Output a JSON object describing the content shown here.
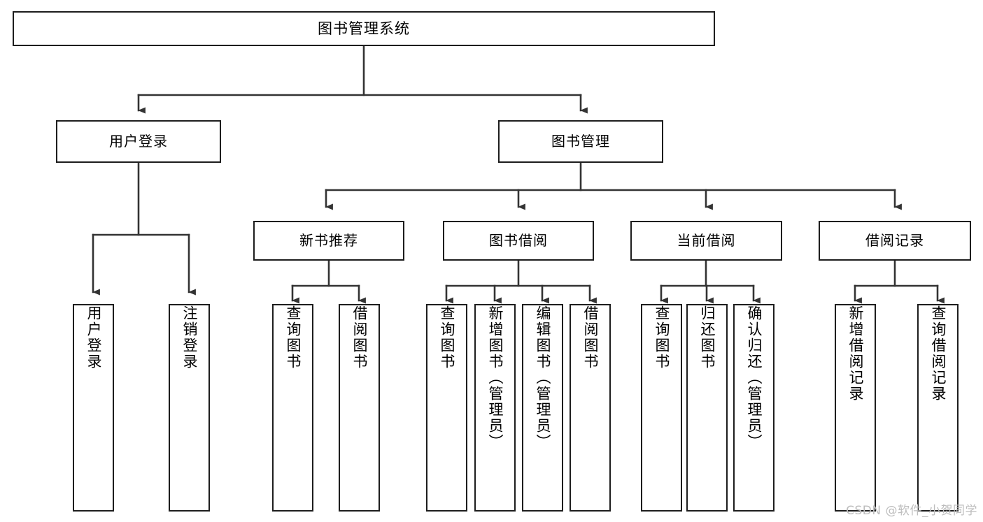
{
  "diagram": {
    "title": "图书管理系统",
    "type": "tree-hierarchy",
    "stroke_color": "#1d1d1d",
    "fill_color": "#ffffff",
    "text_color": "#000000",
    "root": {
      "label": "图书管理系统"
    },
    "level2": [
      {
        "label": "用户登录"
      },
      {
        "label": "图书管理"
      }
    ],
    "level3": [
      {
        "label": "新书推荐"
      },
      {
        "label": "图书借阅"
      },
      {
        "label": "当前借阅"
      },
      {
        "label": "借阅记录"
      }
    ],
    "leaves": {
      "user_login": [
        {
          "label": "用户登录"
        },
        {
          "label": "注销登录"
        }
      ],
      "new_book_recommend": [
        {
          "label": "查询图书"
        },
        {
          "label": "借阅图书"
        }
      ],
      "book_borrow": [
        {
          "label": "查询图书"
        },
        {
          "label": "新增图书（管理员）"
        },
        {
          "label": "编辑图书（管理员）"
        },
        {
          "label": "借阅图书"
        }
      ],
      "current_borrow": [
        {
          "label": "查询图书"
        },
        {
          "label": "归还图书"
        },
        {
          "label": "确认归还（管理员）"
        }
      ],
      "borrow_record": [
        {
          "label": "新增借阅记录"
        },
        {
          "label": "查询借阅记录"
        }
      ]
    }
  },
  "watermark": {
    "text": "CSDN @软件_小贺同学",
    "color": "#bdbdbd"
  }
}
